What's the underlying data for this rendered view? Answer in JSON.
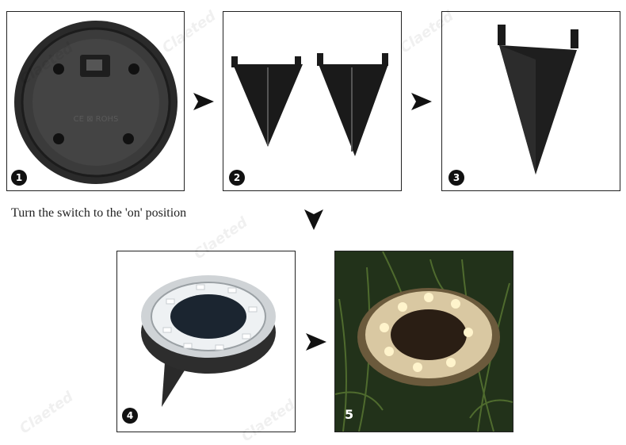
{
  "caption": "Turn the switch to the 'on' position",
  "watermark": "Claeted",
  "steps": [
    {
      "number": "1",
      "label": "solar light underside"
    },
    {
      "number": "2",
      "label": "two stake halves"
    },
    {
      "number": "3",
      "label": "assembled stake"
    },
    {
      "number": "4",
      "label": "light with stake"
    },
    {
      "number": "5",
      "label": "light installed in grass at night"
    }
  ]
}
